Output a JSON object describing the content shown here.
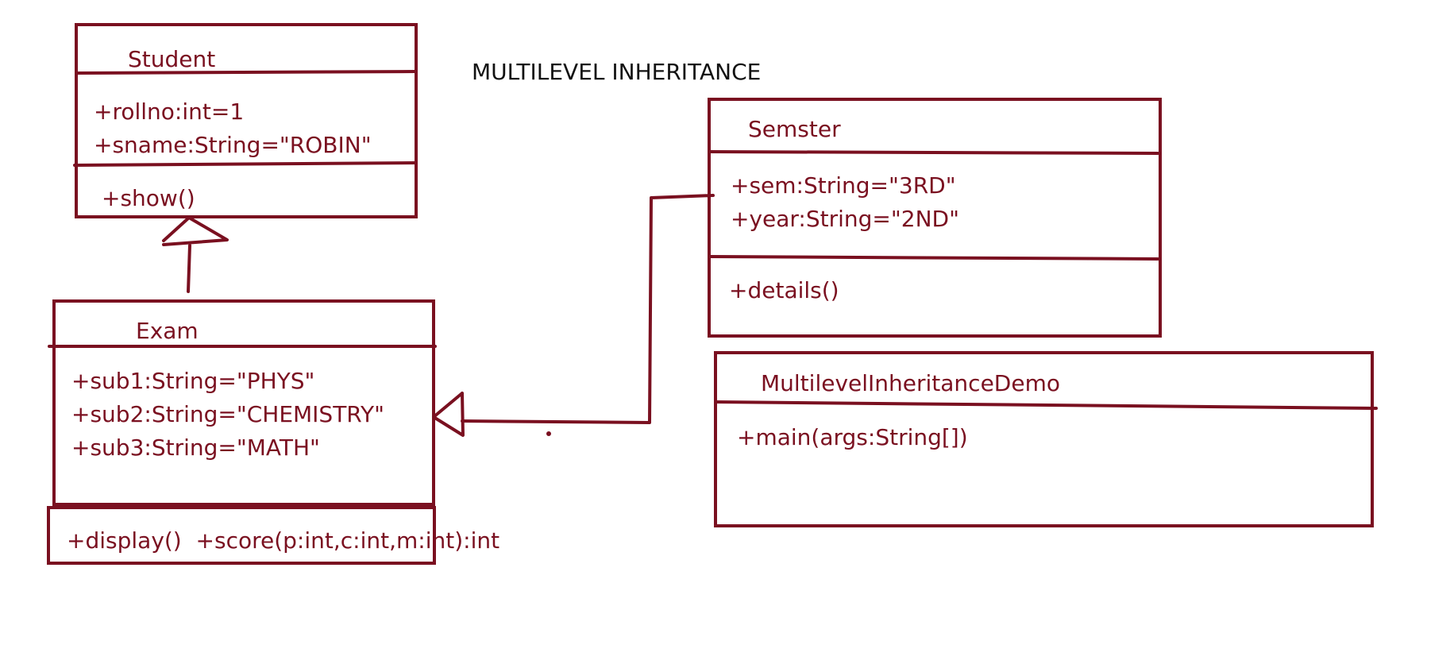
{
  "title": "MULTILEVEL INHERITANCE",
  "colors": {
    "stroke": "#7a1020",
    "text": "#7a1020",
    "title": "#111111",
    "background": "#ffffff"
  },
  "classes": {
    "student": {
      "name": "Student",
      "attributes": [
        "+rollno:int=1",
        "+sname:String=\"ROBIN\""
      ],
      "methods": [
        "+show()"
      ]
    },
    "exam": {
      "name": "Exam",
      "attributes": [
        "+sub1:String=\"PHYS\"",
        "+sub2:String=\"CHEMISTRY\"",
        "+sub3:String=\"MATH\""
      ],
      "methods": [
        "+display()  +score(p:int,c:int,m:int):int"
      ]
    },
    "semster": {
      "name": "Semster",
      "attributes": [
        "+sem:String=\"3RD\"",
        "+year:String=\"2ND\""
      ],
      "methods": [
        "+details()"
      ]
    },
    "demo": {
      "name": "MultilevelInheritanceDemo",
      "methods": [
        "+main(args:String[])"
      ]
    }
  }
}
